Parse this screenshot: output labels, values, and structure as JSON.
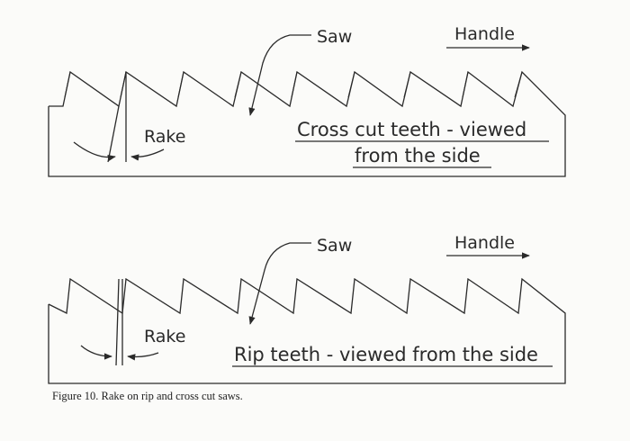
{
  "top_panel": {
    "saw_label": "Saw",
    "handle_label": "Handle",
    "rake_label": "Rake",
    "caption_line1": "Cross cut teeth - viewed",
    "caption_line2": "from the side"
  },
  "bottom_panel": {
    "saw_label": "Saw",
    "handle_label": "Handle",
    "rake_label": "Rake",
    "caption_line1": "Rip teeth - viewed from the side"
  },
  "figure_caption": "Figure 10. Rake on rip and cross cut saws.",
  "colors": {
    "ink": "#2a2a2a",
    "paper": "#fbfbf9"
  },
  "icons": [
    "handle-direction-arrow-icon",
    "saw-pointer-arrow-icon",
    "rake-angle-arrow-icon"
  ]
}
